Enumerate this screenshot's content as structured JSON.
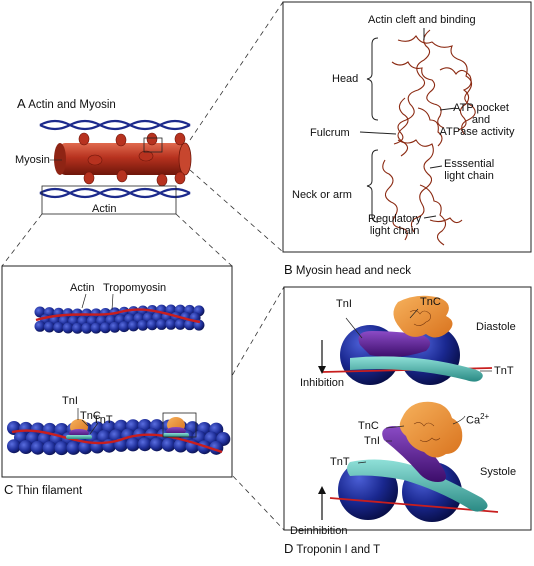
{
  "panelA": {
    "letter": "A",
    "title": "Actin and Myosin",
    "myosin_label": "Myosin",
    "actin_label": "Actin"
  },
  "panelB": {
    "letter": "B",
    "title": "Myosin head and neck",
    "actin_cleft": "Actin cleft and binding",
    "head": "Head",
    "atp_line1": "ATP pocket",
    "atp_line2": "and",
    "atp_line3": "ATPase activity",
    "fulcrum": "Fulcrum",
    "essential_line1": "Esssential",
    "essential_line2": "light chain",
    "neck": "Neck or arm",
    "regulatory_line1": "Regulatory",
    "regulatory_line2": "light chain"
  },
  "panelC": {
    "letter": "C",
    "title": "Thin filament",
    "actin": "Actin",
    "tropomyosin": "Tropomyosin",
    "tni": "TnI",
    "tnc": "TnC",
    "tnt": "TnT"
  },
  "panelD": {
    "letter": "D",
    "title": "Troponin I and T",
    "tni": "TnI",
    "tnc": "TnC",
    "diastole": "Diastole",
    "inhibition": "Inhibition",
    "tnt": "TnT",
    "calcium": "Ca",
    "calcium_sup": "2+",
    "tnc2": "TnC",
    "tni2": "TnI",
    "tnt2": "TnT",
    "systole": "Systole",
    "deinhibition": "Deinhibition"
  },
  "colors": {
    "myosin": "#b7321f",
    "actin_bead": "#1c2a8c",
    "tropomyosin": "#c81e1e",
    "tnc": "#e8923a",
    "tni": "#5a1e8c",
    "tnt": "#3aa6a0"
  }
}
